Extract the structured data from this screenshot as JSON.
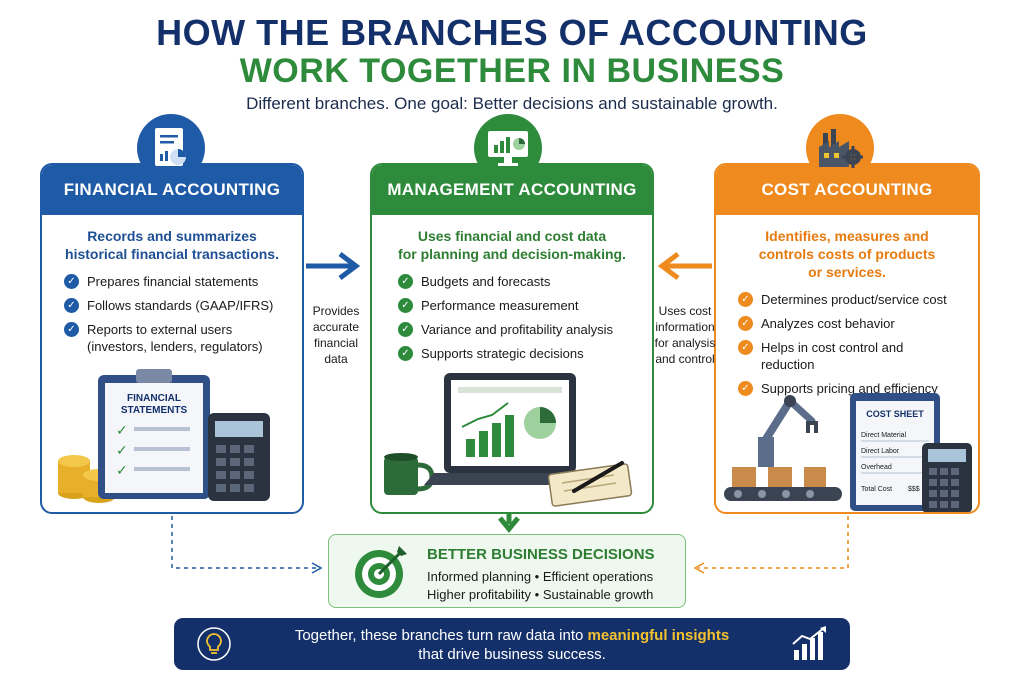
{
  "header": {
    "title_line1": "HOW THE BRANCHES OF ACCOUNTING",
    "title_line2": "WORK TOGETHER IN BUSINESS",
    "subtitle": "Different branches. One goal: Better decisions and sustainable growth."
  },
  "financial": {
    "title": "FINANCIAL ACCOUNTING",
    "desc_line1": "Records and summarizes",
    "desc_line2": "historical financial transactions.",
    "items": [
      "Prepares financial statements",
      "Follows standards (GAAP/IFRS)",
      "Reports to external users"
    ],
    "item3_sub": "(investors, lenders, regulators)",
    "clipboard_line1": "FINANCIAL",
    "clipboard_line2": "STATEMENTS"
  },
  "management": {
    "title": "MANAGEMENT ACCOUNTING",
    "desc_line1": "Uses financial and cost data",
    "desc_line2": "for planning and decision-making.",
    "items": [
      "Budgets and forecasts",
      "Performance measurement",
      "Variance and profitability analysis",
      "Supports strategic decisions"
    ]
  },
  "cost": {
    "title": "COST ACCOUNTING",
    "desc_line1": "Identifies, measures and",
    "desc_line2": "controls costs of products",
    "desc_line3": "or services.",
    "items": [
      "Determines product/service cost",
      "Analyzes cost behavior",
      "Helps in cost control and",
      "Supports pricing and efficiency"
    ],
    "item3_sub": "reduction",
    "sheet_title": "COST SHEET",
    "sheet_rows": [
      "Direct Material",
      "Direct Labor",
      "Overhead"
    ],
    "sheet_total_label": "Total Cost",
    "sheet_total_value": "$$$"
  },
  "connectors": {
    "left_lines": [
      "Provides",
      "accurate",
      "financial",
      "data"
    ],
    "right_lines": [
      "Uses cost",
      "information",
      "for analysis",
      "and control"
    ]
  },
  "decisions": {
    "title": "BETTER BUSINESS DECISIONS",
    "line1": "Informed planning • Efficient operations",
    "line2": "Higher profitability • Sustainable growth"
  },
  "footer": {
    "line1_pre": "Together, these branches turn raw data into ",
    "line1_highlight": "meaningful insights",
    "line2": "that drive business success."
  },
  "colors": {
    "navy": "#14306a",
    "blue": "#1f5aa6",
    "green": "#2e8b3c",
    "orange": "#ef8a1f",
    "gold": "#f2c230"
  },
  "icons": [
    "document-chart-icon",
    "monitor-chart-icon",
    "factory-gear-icon",
    "check-icon",
    "arrow-right-icon",
    "arrow-left-icon",
    "arrow-down-icon",
    "target-icon",
    "lightbulb-icon",
    "growth-chart-icon",
    "calculator-icon",
    "coins-icon",
    "laptop-icon",
    "coffee-mug-icon",
    "notebook-icon",
    "robot-arm-icon",
    "clipboard-icon"
  ]
}
